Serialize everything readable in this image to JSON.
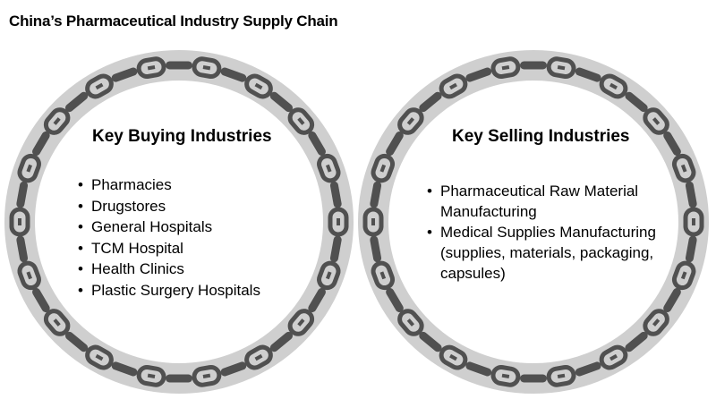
{
  "title": "China’s Pharmaceutical Industry Supply Chain",
  "colors": {
    "chain_outline": "#cfcfcf",
    "chain_link": "#505050",
    "text": "#000000",
    "background": "#ffffff"
  },
  "buying": {
    "heading": "Key Buying Industries",
    "items": [
      "Pharmacies",
      "Drugstores",
      "General Hospitals",
      "TCM Hospital",
      "Health Clinics",
      "Plastic Surgery Hospitals"
    ]
  },
  "selling": {
    "heading": "Key Selling Industries",
    "items": [
      "Pharmaceutical Raw Material Manufacturing",
      "Medical Supplies Manufacturing (supplies, materials, packaging, capsules)"
    ]
  }
}
